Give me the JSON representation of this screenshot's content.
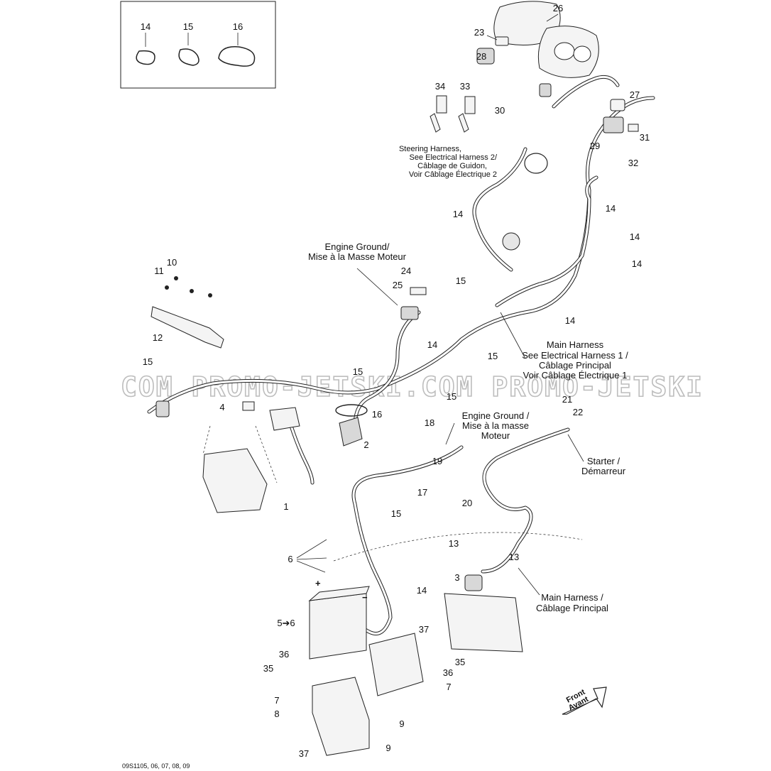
{
  "diagram": {
    "watermark": "COM PROMO-JETSKI.COM PROMO-JETSKI",
    "drawing_code": "09S1105, 06, 07, 08, 09",
    "front_arrow": {
      "line1": "Front",
      "line2": "Avant"
    },
    "inset_callouts": [
      "14",
      "15",
      "16"
    ],
    "captions": {
      "steering": [
        "Steering Harness,",
        "See Electrical Harness 2/",
        "Câblage de Guidon,",
        "Voir Câblage Électrique 2"
      ],
      "engine_ground_top": [
        "Engine Ground/",
        "Mise à la Masse Moteur"
      ],
      "main_harness_top": [
        "Main Harness",
        "See Electrical Harness 1 /",
        "Câblage Principal",
        "Voir Câblage Électrique 1"
      ],
      "engine_ground_mid": [
        "Engine Ground /",
        "Mise à la masse",
        "Moteur"
      ],
      "starter": [
        "Starter /",
        "Démarreur"
      ],
      "main_harness_bottom": [
        "Main Harness /",
        "Câblage Principal"
      ]
    },
    "polarity": {
      "plus": "+",
      "minus": "−"
    },
    "callouts": {
      "c26": "26",
      "c23": "23",
      "c28": "28",
      "c34": "34",
      "c33": "33",
      "c30": "30",
      "c27": "27",
      "c29": "29",
      "c31": "31",
      "c32": "32",
      "c14a": "14",
      "c14b": "14",
      "c14c": "14",
      "c14d": "14",
      "c14e": "14",
      "c14f": "14",
      "c14g": "14",
      "c24": "24",
      "c25": "25",
      "c15a": "15",
      "c10": "10",
      "c11": "11",
      "c12": "12",
      "c15b": "15",
      "c15c": "15",
      "c15d": "15",
      "c15e": "15",
      "c15f": "15",
      "c4": "4",
      "c16": "16",
      "c2": "2",
      "c1": "1",
      "c21": "21",
      "c22": "22",
      "c18": "18",
      "c19": "19",
      "c17": "17",
      "c20": "20",
      "c6": "6",
      "c13a": "13",
      "c13b": "13",
      "c3": "3",
      "c56": "5➔6",
      "c37a": "37",
      "c36a": "36",
      "c35a": "35",
      "c7a": "7",
      "c8": "8",
      "c37b": "37",
      "c9a": "9",
      "c9b": "9",
      "c35b": "35",
      "c36b": "36",
      "c7b": "7"
    }
  }
}
